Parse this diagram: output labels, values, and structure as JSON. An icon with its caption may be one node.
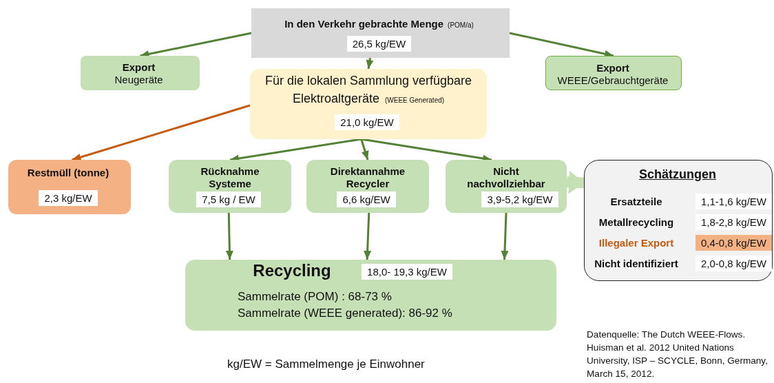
{
  "diagram": {
    "nodes": [
      {
        "text": [
          "In den Verkehr  gebrachte Menge",
          "(POM/a)",
          "26,5 kg/EW"
        ]
      },
      {
        "text": [
          "Export",
          "Neugeräte"
        ]
      },
      {
        "text": [
          "Für die lokalen Sammlung verfügbare Elektroaltgeräte",
          "(WEEE Generated)",
          "21,0 kg/EW"
        ]
      },
      {
        "text": [
          "Export",
          "WEEE/Gebrauchtgeräte"
        ]
      },
      {
        "text": [
          "Restmüll (tonne)",
          "2,3 kg/EW"
        ]
      },
      {
        "text": [
          "Rücknahme Systeme",
          "7,5 kg / EW"
        ]
      },
      {
        "text": [
          "Direktannahme Recycler",
          "6,6 kg/EW"
        ]
      },
      {
        "text": [
          "Nicht nachvollziehbar",
          "3,9-5,2 kg/EW"
        ]
      },
      {
        "text": [
          "Schätzungen",
          "Ersatzteile",
          "1,1-1,6 kg/EW",
          "Metallrecycling",
          "1,8-2,8 kg/EW",
          "Illegaler Export",
          "0,4-0,8 kg/EW",
          "Nicht identifiziert",
          "2,0-0,8 kg/EW"
        ]
      },
      {
        "text": [
          "Recycling",
          "18,0-  19,3 kg/EW",
          "Sammelrate (POM) : 68-73 %",
          "Sammelrate (WEEE generated): 86-92 %"
        ]
      }
    ],
    "edges": [
      {
        "from": 0,
        "to": 1,
        "arrow": "to"
      },
      {
        "from": 0,
        "to": 3,
        "arrow": "to"
      },
      {
        "from": 0,
        "to": 2,
        "arrow": "to"
      },
      {
        "from": 2,
        "to": 4,
        "arrow": "to",
        "color": "#c55a11"
      },
      {
        "from": 2,
        "to": 5,
        "arrow": "to"
      },
      {
        "from": 2,
        "to": 6,
        "arrow": "to"
      },
      {
        "from": 2,
        "to": 7,
        "arrow": "to"
      },
      {
        "from": 7,
        "to": 8,
        "arrow": "to",
        "style": "thick",
        "color": "#c5e0b4"
      },
      {
        "from": 5,
        "to": 9,
        "arrow": "to"
      },
      {
        "from": 6,
        "to": 9,
        "arrow": "to"
      },
      {
        "from": 7,
        "to": 9,
        "arrow": "to"
      }
    ],
    "labels": [
      "kg/EW = Sammelmenge je Einwohner",
      "Datenquelle: The Dutch WEEE-Flows. Huisman et al. 2012 United Nations University, ISP – SCYCLE, Bonn, Germany, March 15, 2012."
    ]
  }
}
